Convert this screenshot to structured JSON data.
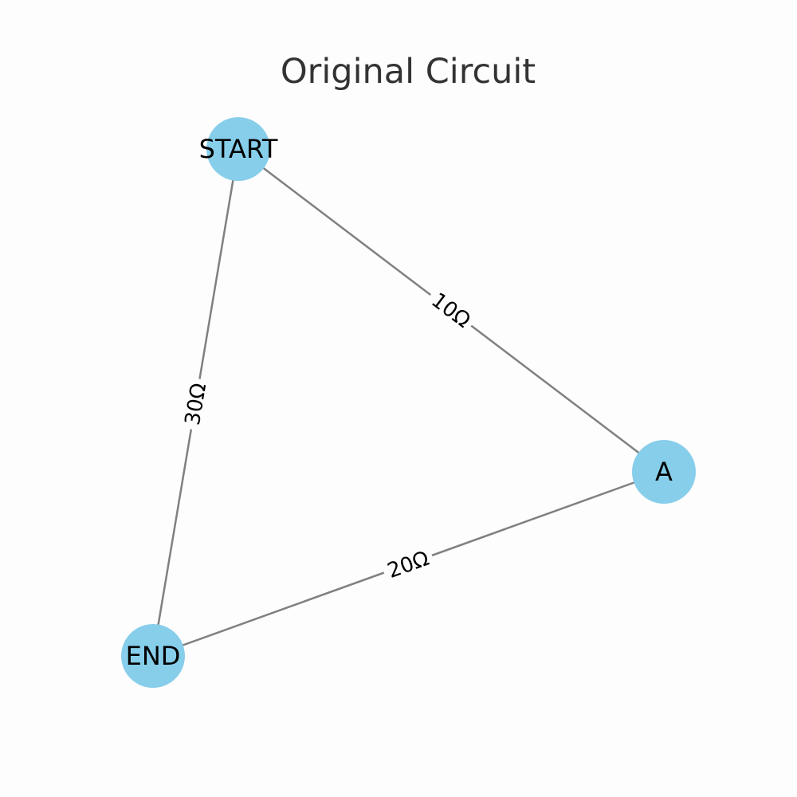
{
  "title": "Original Circuit",
  "colors": {
    "background": "#fdfdfd",
    "node_fill": "#87ceeb",
    "edge": "#808080",
    "title": "#333333",
    "label": "#000000"
  },
  "nodes": [
    {
      "id": "START",
      "label": "START"
    },
    {
      "id": "A",
      "label": "A"
    },
    {
      "id": "END",
      "label": "END"
    }
  ],
  "edges": [
    {
      "from": "START",
      "to": "A",
      "label": "10Ω"
    },
    {
      "from": "A",
      "to": "END",
      "label": "20Ω"
    },
    {
      "from": "START",
      "to": "END",
      "label": "30Ω"
    }
  ]
}
